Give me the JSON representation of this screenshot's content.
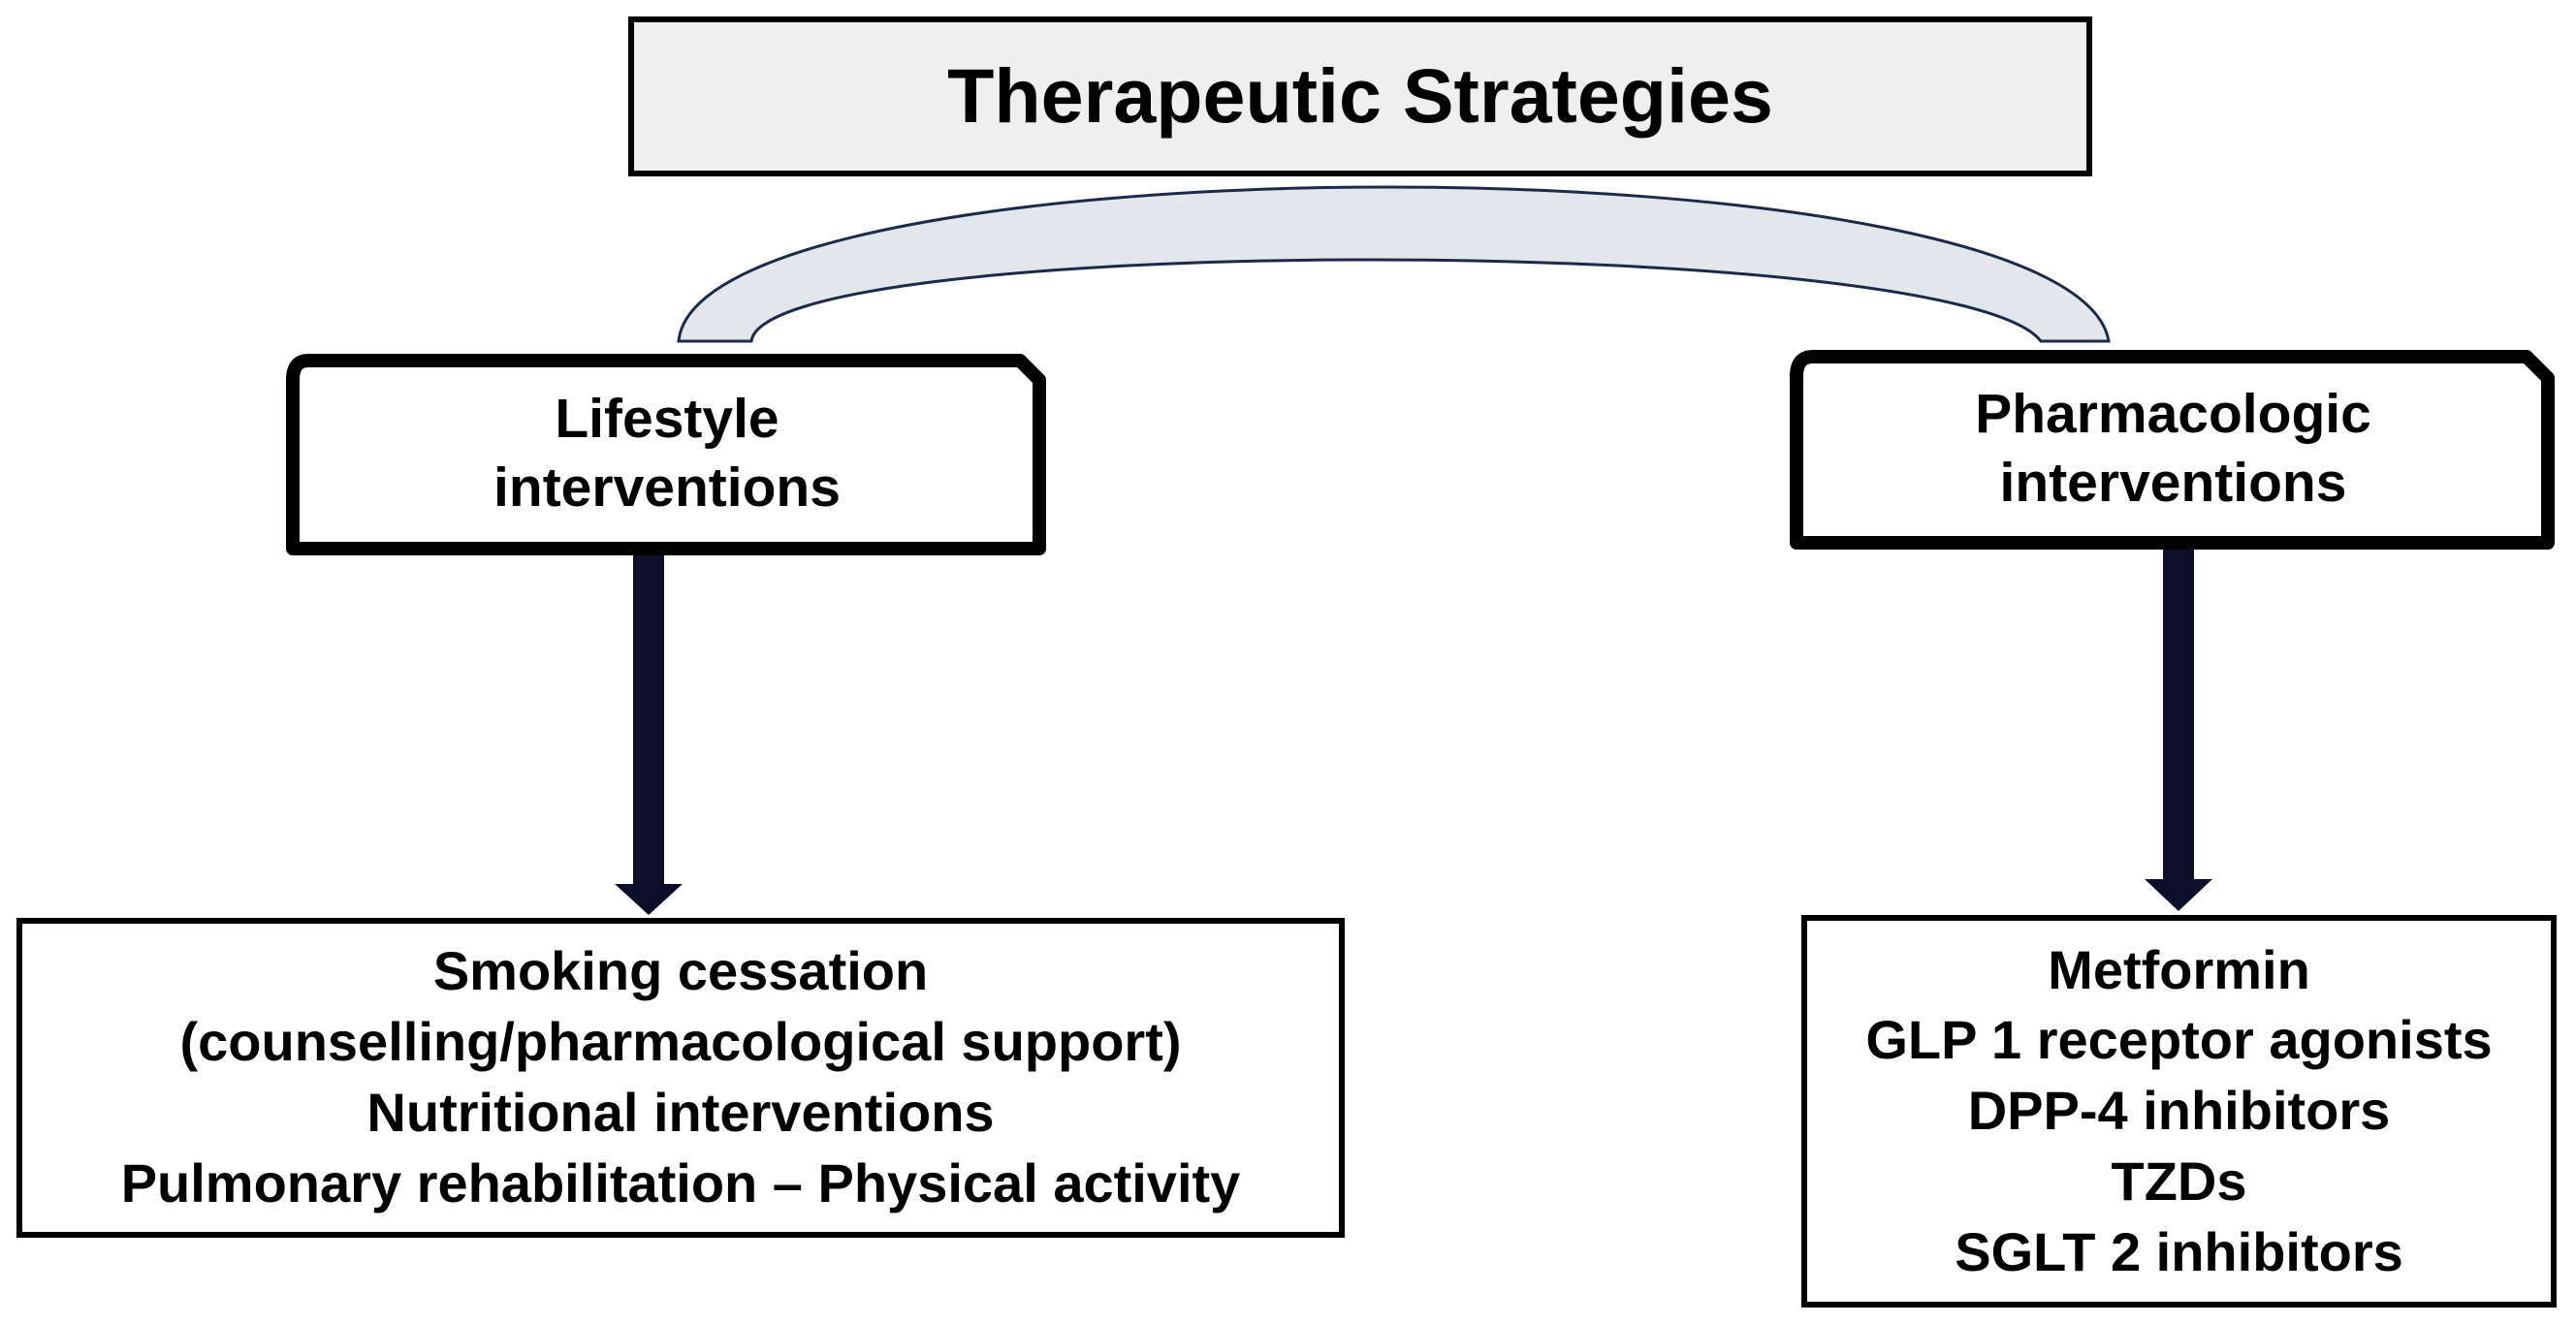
{
  "title": "Therapeutic Strategies",
  "categories": [
    {
      "label": "Lifestyle interventions"
    },
    {
      "label": "Pharmacologic interventions"
    }
  ],
  "lifestyle_items": [
    "Smoking cessation",
    "(counselling/pharmacological support)",
    "Nutritional interventions",
    "Pulmonary rehabilitation – Physical activity"
  ],
  "pharmacologic_items": [
    "Metformin",
    "GLP 1 receptor agonists",
    "DPP-4 inhibitors",
    "TZDs",
    "SGLT 2 inhibitors"
  ],
  "colors": {
    "title_fill": "#efefef",
    "connector_fill": "#e3e6ea",
    "connector_stroke": "#1c2a4a",
    "arrow_color": "#0c0f2a",
    "border_color": "#000000"
  }
}
